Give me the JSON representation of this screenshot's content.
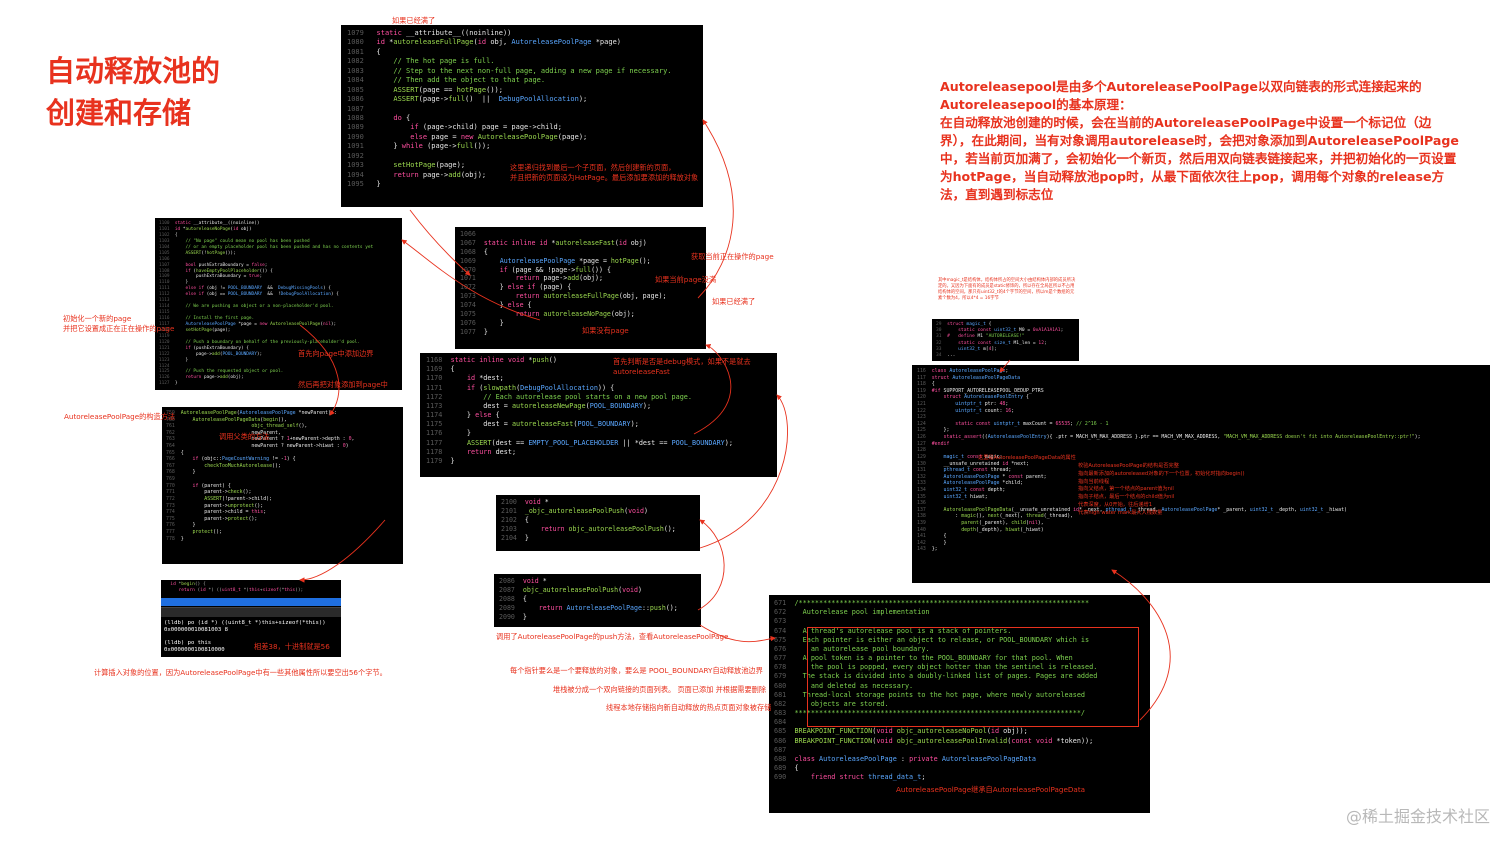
{
  "title_line1": "自动释放池的",
  "title_line2": "创建和存储",
  "description": "Autoreleasepool是由多个AutoreleasePoolPage以双向链表的形式连接起来的\nAutoreleasepool的基本原理：\n在自动释放池创建的时候，会在当前的AutoreleasePoolPage中设置一个标记位（边界），在此期间，当有对象调用autorelease时，会把对象添加到AutoreleasePoolPage中，若当前页加满了，会初始化一个新页，然后用双向链表链接起来，并把初始化的一页设置为hotPage，当自动释放池pop时，从最下面依次往上pop，调用每个对象的release方法，直到遇到标志位",
  "watermark": "@稀土掘金技术社区",
  "annotations": {
    "already_full": "如果已经满了",
    "loop_find": "这里递归找到最后一个子页面，然后创建新的页面，\n并且把新的页面设为HotPage。最后添加要添加的释放对象",
    "get_page": "获取当前正在操作的page",
    "page_not_full": "如果当前page没满",
    "already_full2": "如果已经满了",
    "no_page": "如果没有page",
    "debug_first": "首先判断是否是debug模式，如果不是就去\nautoreleaseFast",
    "init_new_page": "初始化一个新的page\n并把它设置成正在正在操作的page",
    "add_boundary": "首先向page中添加边界",
    "then_add_obj": "然后再把对象添加到page中",
    "constructor": "AutoreleasePoolPage的构造方法",
    "call_parent": "调用父类的方法",
    "calc_position": "计算插入对象的位置，因为AutoreleasePoolPage中有一些其他属性所以要空出56个字节。",
    "diff_note": "相差38，十进制就是56",
    "call_push": "调用了AutoreleasePoolPage的push方法，查看AutoreleasePoolPage",
    "each_pointer": "每个指针要么是一个要释放的对象，要么是 POOL_BOUNDARY自动释放池边界",
    "stack_list": "堆栈被分成一个双向链接的页面列表。 页面已添加 并根据需要删除",
    "tls_note": "线程本地存储指向新自动释放的热点页面对象被存储",
    "inherit_note": "AutoreleasePoolPage继承自AutoreleasePoolPageData",
    "page_data_struct": "这里是AutoreleasePoolPageData的属性",
    "field_notes": "校验AutoreleasePoolPage的结构是否完整\n指向最新添加的autoreleased对象的下一个位置，初始化时指向begin()\n指向当前线程\n指向父结点，第一个结点的parent值为nil\n指向子结点，最后一个结点的child值为nil\n代表深度，从0开始，往后递增1\n代表high water mark最大入栈数量",
    "magic_note": "其中magic_t是结构体，结构体所占的空间大小由结构体内部的成员所决定的。又因为下面有的成员是static修饰的，所以存在全局区所以不占用结构体的空间，那只有uint32_t的4个字节的空间，所以m是个数组的元素个数为4，所以4*4 = 16字节"
  },
  "debug": {
    "line1": "(lldb) po (id *) ((uint8_t *)this+sizeof(*this))",
    "line2": "0x000000010081003 8",
    "line3": "(lldb) po this",
    "line4": "0x0000000100810000"
  },
  "colors": {
    "accent": "#e8321e",
    "code_bg": "#000000"
  }
}
